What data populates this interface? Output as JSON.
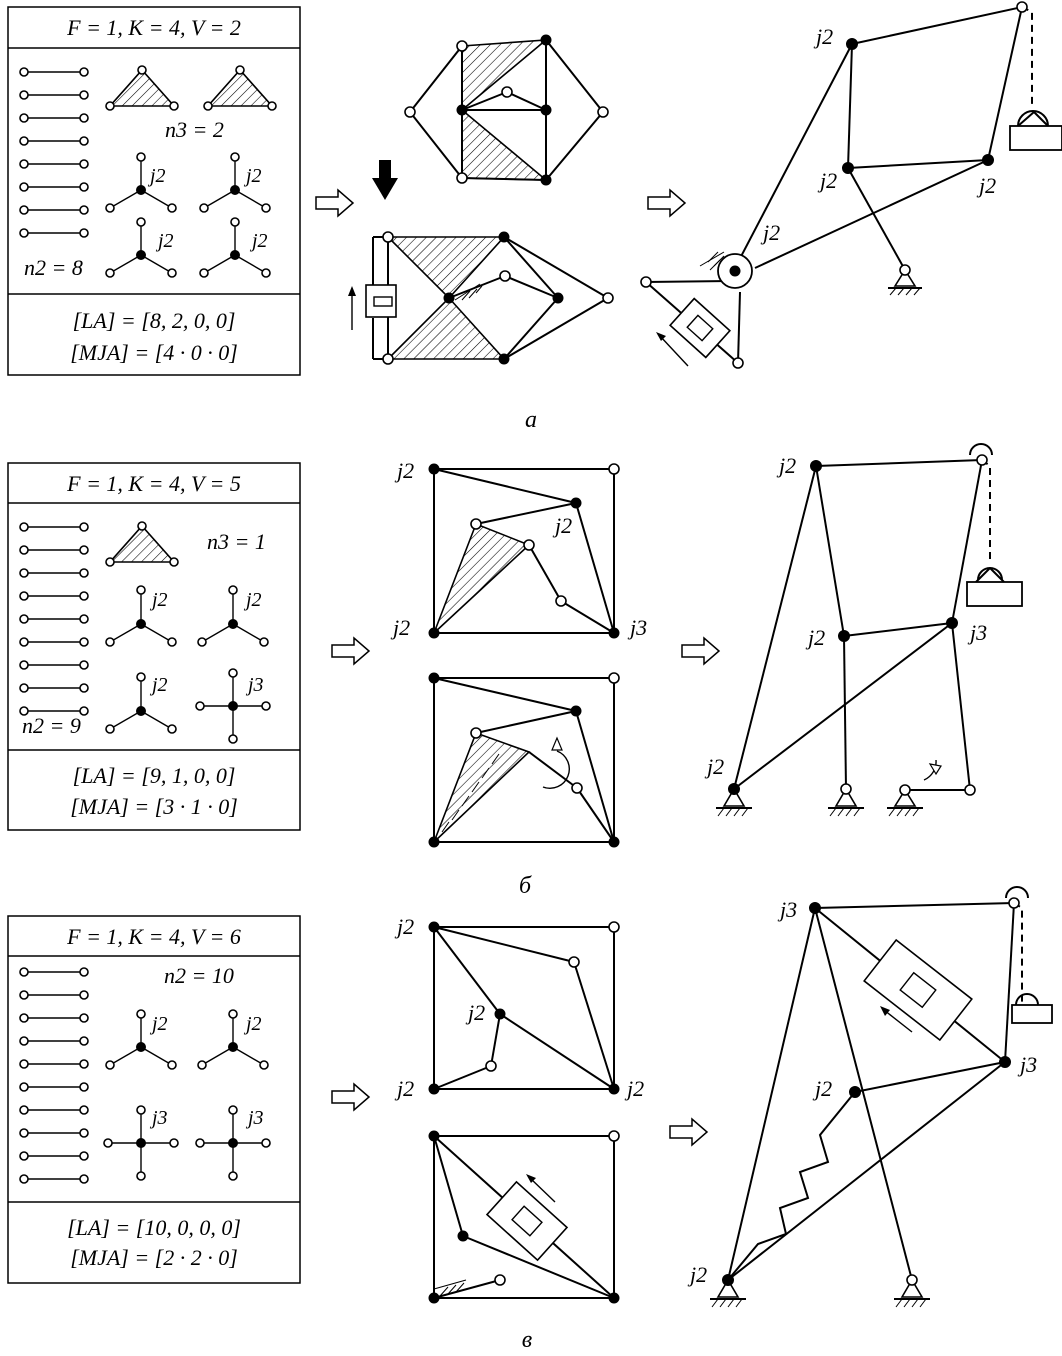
{
  "panels": [
    {
      "params": "F = 1, K = 4, V = 2",
      "n2": "n2 = 8",
      "n3": "n3 = 2",
      "la": "[LA] = [8, 2, 0, 0]",
      "mja": "[MJA] = [4 · 0 · 0]",
      "caption": "а",
      "joint_labels": [
        "j2",
        "j2",
        "j2",
        "j2"
      ],
      "mech_labels": [
        "j2",
        "j2",
        "j2",
        "j2"
      ]
    },
    {
      "params": "F = 1, K = 4, V = 5",
      "n2": "n2 = 9",
      "n3": "n3 = 1",
      "la": "[LA] = [9, 1, 0, 0]",
      "mja": "[MJA] = [3 · 1 · 0]",
      "caption": "б",
      "joint_labels": [
        "j2",
        "j2",
        "j2",
        "j3"
      ],
      "graph_labels": [
        "j2",
        "j2",
        "j2",
        "j3"
      ],
      "mech_labels": [
        "j2",
        "j3",
        "j2",
        "j2"
      ]
    },
    {
      "params": "F = 1, K = 4, V = 6",
      "n2": "n2 = 10",
      "la": "[LA] = [10, 0, 0, 0]",
      "mja": "[MJA] = [2 · 2 · 0]",
      "caption": "в",
      "joint_labels": [
        "j2",
        "j2",
        "j3",
        "j3"
      ],
      "graph_labels": [
        "j2",
        "j2",
        "j2",
        "j2"
      ],
      "mech_labels": [
        "j3",
        "j3",
        "j2",
        "j2"
      ]
    }
  ]
}
